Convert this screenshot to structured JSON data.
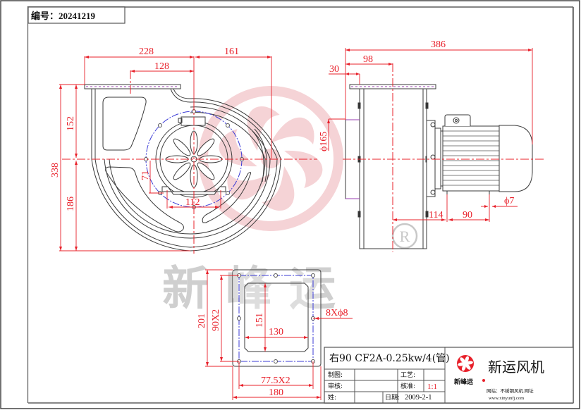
{
  "drawing": {
    "serial_label": "编号：",
    "serial_number": "20241219",
    "colors": {
      "dimension": "#e8202a",
      "outline": "#3a3a3a",
      "centerline": "#e8202a",
      "bolt_circle": "#3b3bd6",
      "flange_fill": "#9a3cb0",
      "watermark": "#f3c3c6",
      "frame": "#555555"
    },
    "front_view": {
      "dimensions": {
        "width_left": "228",
        "width_right": "161",
        "inlet_offset": "128",
        "height_total": "338",
        "height_upper": "152",
        "height_lower": "186",
        "motor_foot_height": "71",
        "motor_foot_span": "112"
      }
    },
    "side_view": {
      "dimensions": {
        "length_total": "386",
        "flange_offset": "98",
        "flange_thickness": "30",
        "inlet_diameter": "ϕ165",
        "motor_foot_offset": "114",
        "motor_foot_spacing": "90",
        "bolt_hole": "ϕ7"
      }
    },
    "flange_view": {
      "dimensions": {
        "height_outer": "201",
        "bolt_spacing_vertical": "90X2",
        "opening_height": "151",
        "opening_width": "130",
        "bolt_holes": "8Xϕ8",
        "bolt_spacing_horizontal": "77.5X2",
        "width_outer": "180"
      }
    },
    "watermark": {
      "text": "新峰运",
      "registered": "®"
    }
  },
  "title_block": {
    "title": "右90 CF2A-0.25kw/4(管)",
    "rows": [
      {
        "label": "制图:",
        "value": "",
        "label2": "工艺:",
        "value2": ""
      },
      {
        "label": "审核:",
        "value": "",
        "label2": "核准:",
        "value2": "1:1"
      },
      {
        "label": "姓:",
        "value": "",
        "label2": "日期:",
        "value2": "2009-2-1"
      }
    ],
    "company": {
      "name": "新运风机",
      "logo_text": "新峰运",
      "website_label": "网站：不锈钢风机.网址",
      "website_url": "www.xinyunfj.com"
    }
  }
}
